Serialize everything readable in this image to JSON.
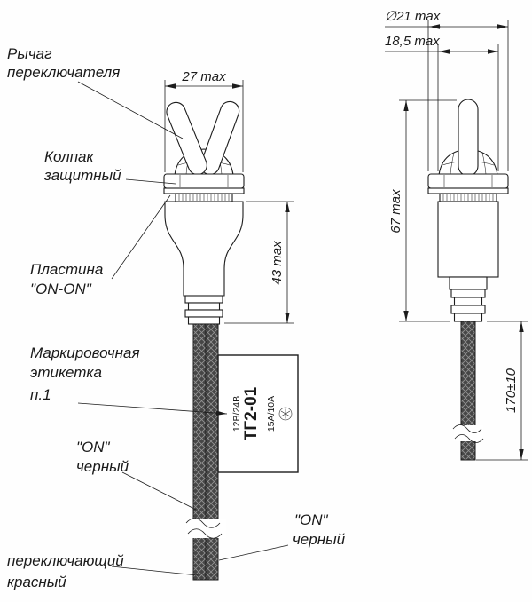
{
  "diagram": {
    "labels": {
      "lever": [
        "Рычаг",
        "переключателя"
      ],
      "cap": [
        "Колпак",
        "защитный"
      ],
      "plate": [
        "Пластина",
        "\"ON-ON\""
      ],
      "marking": [
        "Маркировочная",
        "этикетка",
        "п.1"
      ],
      "on_left": [
        "\"ON\"",
        "черный"
      ],
      "switching": [
        "переключающий",
        "красный"
      ],
      "on_right": [
        "\"ON\"",
        "черный"
      ]
    },
    "dims": {
      "lever_travel": "27 max",
      "body_height": "43 max",
      "cap_diameter": "∅21 max",
      "bushing_width": "18,5 max",
      "total_height": "67 max",
      "wire_length": "170±10"
    },
    "tag": {
      "model": "ТГ2-01",
      "voltage": "12В/24В",
      "current": "15А/10А"
    }
  }
}
